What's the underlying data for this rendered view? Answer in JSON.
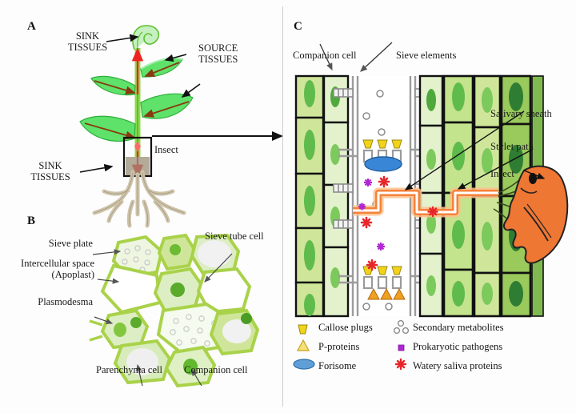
{
  "figure": {
    "panels": [
      {
        "id": "A",
        "letter": "A"
      },
      {
        "id": "B",
        "letter": "B"
      },
      {
        "id": "C",
        "letter": "C"
      }
    ]
  },
  "panel_a": {
    "letter": "A",
    "labels": {
      "sink_top": "SINK\nTISSUES",
      "source": "SOURCE\nTISSUES",
      "sink_bottom": "SINK\nTISSUES",
      "insect": "Insect"
    },
    "colors": {
      "leaf": "#5ee26a",
      "leaf_stroke": "#33b043",
      "stem": "#7ddb4f",
      "root": "#cdc3ab",
      "root_stroke": "#a89a7c",
      "arrow_phloem": "#8a3a10",
      "arrow_red": "#ee2222",
      "box": "#111111",
      "soil": "#9a8e78"
    }
  },
  "panel_b": {
    "letter": "B",
    "labels": {
      "sieve_plate": "Sieve plate",
      "intercellular": "Intercellular space\n(Apoplast)",
      "plasmodesma": "Plasmodesma",
      "sieve_tube_cell": "Sieve tube cell",
      "parenchyma_cell": "Parenchyma cell",
      "companion_cell": "Companion cell"
    },
    "colors": {
      "wall": "#a9d24a",
      "wall_light": "#cfe6a0",
      "cytoplasm": "#e4f1d2",
      "cytoplasm_pale": "#eff7e4",
      "vacuole": "#f0f0f0",
      "nucleus": "#7fc243",
      "nucleus_dark": "#59a82e",
      "outline": "#8fbd4a",
      "pore": "#bfbfbf"
    }
  },
  "panel_c": {
    "letter": "C",
    "labels": {
      "companion_cell": "Companion cell",
      "sieve_elements": "Sieve elements",
      "salivary_sheath": "Salivary sheath",
      "stylet_path": "Stylet path",
      "insect": "Insect"
    },
    "colors": {
      "cell_light": "#cfe69a",
      "cell_mid": "#b9de7e",
      "cell_pale": "#ddeec4",
      "cell_green": "#9ac95c",
      "cell_dark": "#7fb950",
      "cell_deep": "#6aa93f",
      "nucleus": "#5fbb4b",
      "nucleus_dark": "#2e7d32",
      "wall": "#111111",
      "sieve_tube_wall": "#9b9b9b",
      "plasmodesma": "#8c8c8c",
      "forisome": "#3a86d6",
      "callose": "#f2d31a",
      "p_protein": "#f0a022",
      "pathogen": "#b026d3",
      "saliva": "#e8262a",
      "metabolite": "#8c8c8c",
      "insect_body": "#ee7733",
      "insect_outline": "#222222",
      "sheath": "#f4823a",
      "sheath_glow": "#ffc08a"
    }
  },
  "legend": {
    "column_left": [
      {
        "icon": "callose-plug-icon",
        "label": "Callose plugs"
      },
      {
        "icon": "p-protein-icon",
        "label": "P-proteins"
      },
      {
        "icon": "forisome-icon",
        "label": "Forisome"
      }
    ],
    "column_right": [
      {
        "icon": "secondary-metabolite-icon",
        "label": "Secondary metabolites"
      },
      {
        "icon": "prokaryotic-pathogen-icon",
        "label": "Prokaryotic pathogens"
      },
      {
        "icon": "watery-saliva-icon",
        "label": "Watery saliva proteins"
      }
    ]
  }
}
